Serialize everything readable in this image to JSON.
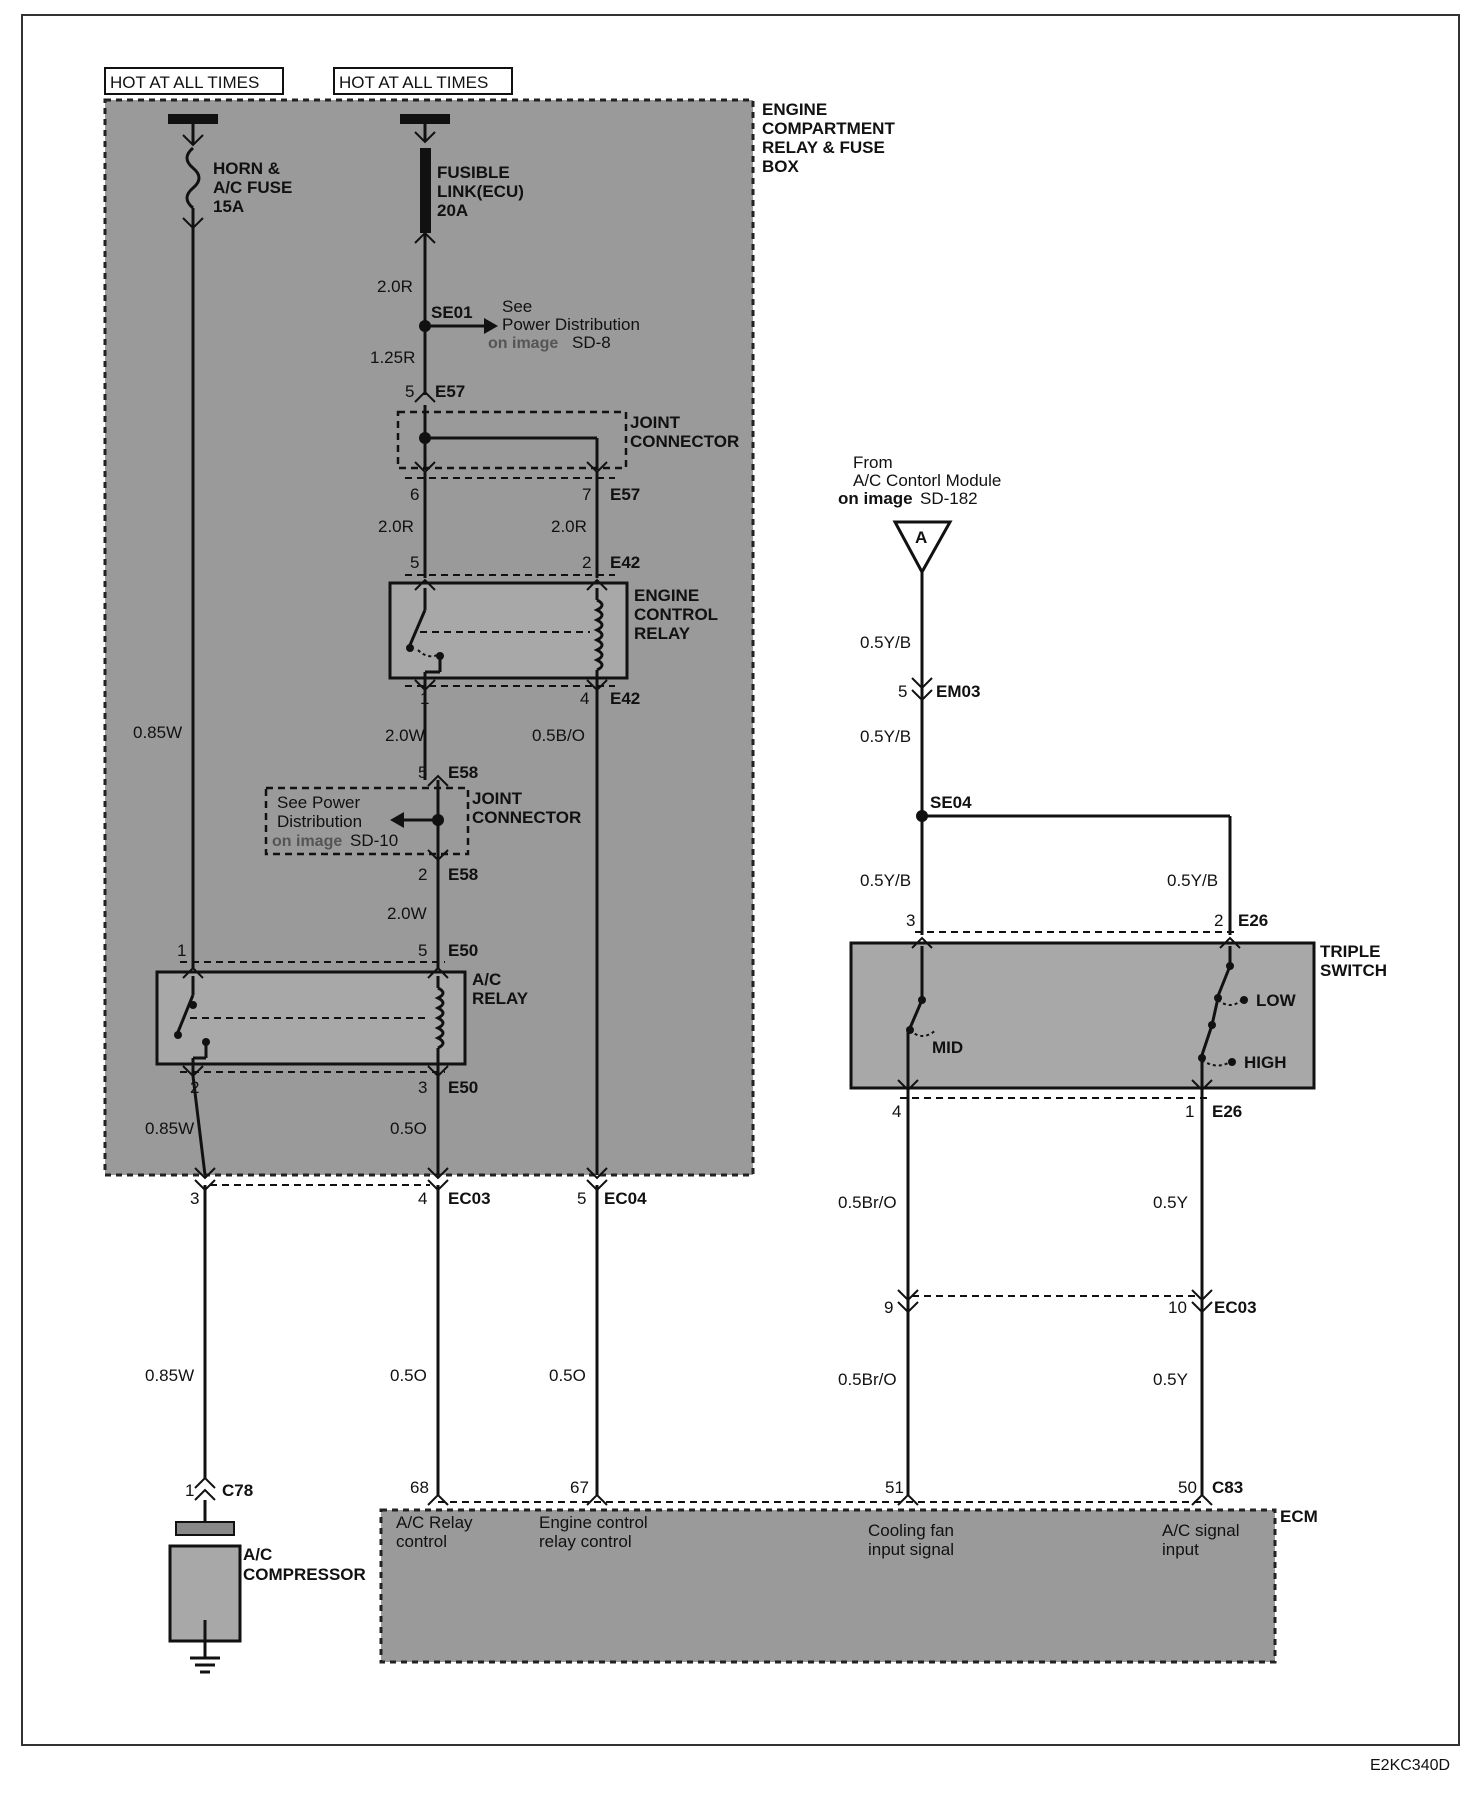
{
  "labels": {
    "hot1": "HOT AT ALL TIMES",
    "hot2": "HOT AT ALL TIMES",
    "ecrfb": [
      "ENGINE",
      "COMPARTMENT",
      "RELAY & FUSE",
      "BOX"
    ],
    "fuse1": [
      "HORN &",
      "A/C FUSE",
      "15A"
    ],
    "fuse2": [
      "FUSIBLE",
      "LINK(ECU)",
      "20A"
    ],
    "se01": "SE01",
    "see_pd1": [
      "See",
      "Power Distribution"
    ],
    "on_image": "on image",
    "sd8": "SD-8",
    "sd10": "SD-10",
    "sd182": "SD-182",
    "joint_connector": [
      "JOINT",
      "CONNECTOR"
    ],
    "ecr": [
      "ENGINE",
      "CONTROL",
      "RELAY"
    ],
    "see_pd2": [
      "See Power",
      "Distribution"
    ],
    "ac_relay": [
      "A/C",
      "RELAY"
    ],
    "from_acm": [
      "From",
      "A/C Contorl Module"
    ],
    "connector_A": "A",
    "se04": "SE04",
    "triple_switch": [
      "TRIPLE",
      "SWITCH"
    ],
    "low": "LOW",
    "mid": "MID",
    "high": "HIGH",
    "ac_compressor": [
      "A/C",
      "COMPRESSOR"
    ],
    "ecm": "ECM",
    "ecm_pins": {
      "ac_relay_control": [
        "A/C Relay",
        "control"
      ],
      "ecr_control": [
        "Engine control",
        "relay control"
      ],
      "cooling_fan": [
        "Cooling fan",
        "input signal"
      ],
      "ac_signal": [
        "A/C signal",
        "input"
      ]
    },
    "figure_code": "E2KC340D"
  },
  "connectors": {
    "e57": "E57",
    "e42": "E42",
    "e58": "E58",
    "e50": "E50",
    "ec03": "EC03",
    "ec04": "EC04",
    "em03": "EM03",
    "e26": "E26",
    "c78": "C78",
    "c83": "C83"
  },
  "wires": {
    "w20r_a": "2.0R",
    "w125r": "1.25R",
    "w20r_b": "2.0R",
    "w20r_c": "2.0R",
    "w085w_a": "0.85W",
    "w20w_a": "2.0W",
    "w05bo": "0.5B/O",
    "w20w_b": "2.0W",
    "w085w_b": "0.85W",
    "w05o_a": "0.5O",
    "w085w_c": "0.85W",
    "w05o_b": "0.5O",
    "w05o_c": "0.5O",
    "w05yb_a": "0.5Y/B",
    "w05yb_b": "0.5Y/B",
    "w05yb_c": "0.5Y/B",
    "w05yb_d": "0.5Y/B",
    "w05bro_a": "0.5Br/O",
    "w05y_a": "0.5Y",
    "w05bro_b": "0.5Br/O",
    "w05y_b": "0.5Y"
  },
  "pins": {
    "p5_e57": "5",
    "p6": "6",
    "p7": "7",
    "p5_e42": "5",
    "p2_e42": "2",
    "p1_e42": "1",
    "p4_e42": "4",
    "p5_e58": "5",
    "p2_e58": "2",
    "p1_e50": "1",
    "p5_e50": "5",
    "p2_e50": "2",
    "p3_e50": "3",
    "p3_ec": "3",
    "p4_ec": "4",
    "p5_ec04": "5",
    "p1_c78": "1",
    "p68": "68",
    "p67": "67",
    "p51": "51",
    "p50": "50",
    "p5_em03": "5",
    "p3_e26": "3",
    "p2_e26": "2",
    "p4_e26": "4",
    "p1_e26": "1",
    "p9": "9",
    "p10": "10"
  }
}
